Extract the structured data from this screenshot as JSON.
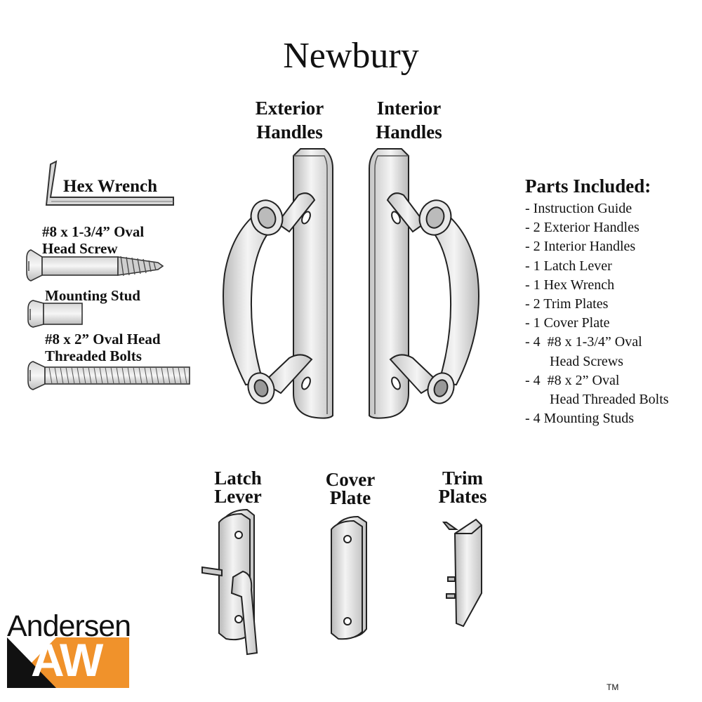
{
  "title": "Newbury",
  "handles": {
    "exterior": [
      "Exterior",
      "Handles"
    ],
    "interior": [
      "Interior",
      "Handles"
    ]
  },
  "hardware_labels": {
    "hex_wrench": "Hex Wrench",
    "oval_screw": [
      "#8 x 1-3/4” Oval",
      "Head Screw"
    ],
    "mounting_stud": "Mounting Stud",
    "threaded_bolts": [
      "#8 x 2” Oval Head",
      "Threaded Bolts"
    ]
  },
  "bottom_parts": {
    "latch_lever": [
      "Latch",
      "Lever"
    ],
    "cover_plate": [
      "Cover",
      "Plate"
    ],
    "trim_plates": [
      "Trim",
      "Plates"
    ]
  },
  "parts_included": {
    "heading": "Parts Included:",
    "items": [
      "- Instruction Guide",
      "- 2 Exterior Handles",
      "- 2 Interior Handles",
      "- 1 Latch Lever",
      "- 1 Hex Wrench",
      "- 2 Trim Plates",
      "- 1 Cover Plate",
      "- 4  #8 x 1-3/4” Oval",
      "       Head Screws",
      "- 4  #8 x 2” Oval",
      "       Head Threaded Bolts",
      "- 4 Mounting Studs"
    ]
  },
  "brand": {
    "name": "Andersen",
    "logo_letters": "AW",
    "trademark": "TM",
    "colors": {
      "orange": "#f0922b",
      "black": "#111111"
    }
  }
}
